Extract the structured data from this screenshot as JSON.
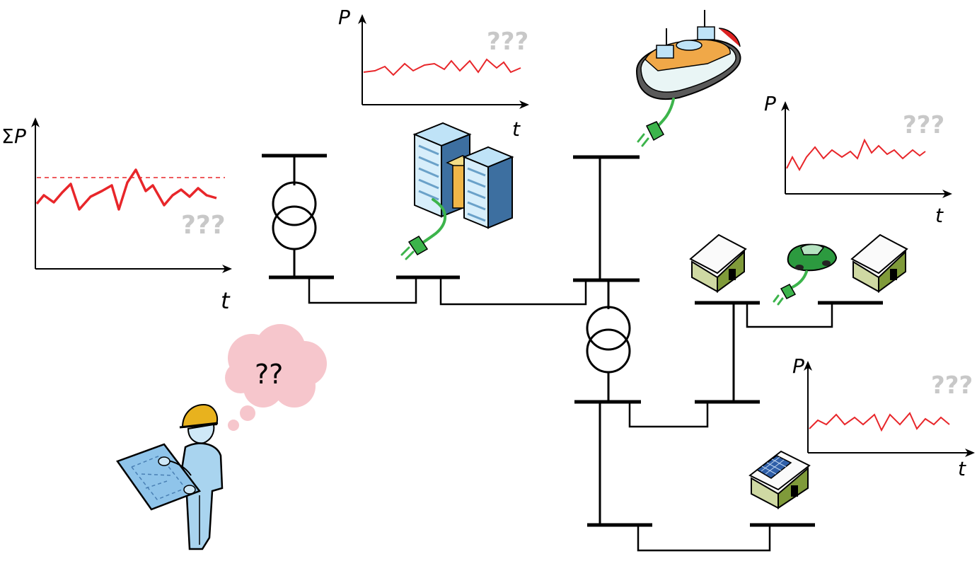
{
  "plots": {
    "top": {
      "y_label": "P",
      "x_label": "t",
      "note": "???"
    },
    "right_upper": {
      "y_label": "P",
      "x_label": "t",
      "note": "???"
    },
    "right_lower": {
      "y_label": "P",
      "x_label": "t",
      "note": "???"
    },
    "left": {
      "y_label_sigma": "Σ",
      "y_label": "P",
      "x_label": "t",
      "note": "???"
    }
  },
  "engineer": {
    "thought": "??"
  },
  "colors": {
    "signal": "#e8262a",
    "grid_line": "#000000",
    "plug": "#3cb44b",
    "question": "#c8c8c8",
    "cloud": "#f6c6cc"
  }
}
